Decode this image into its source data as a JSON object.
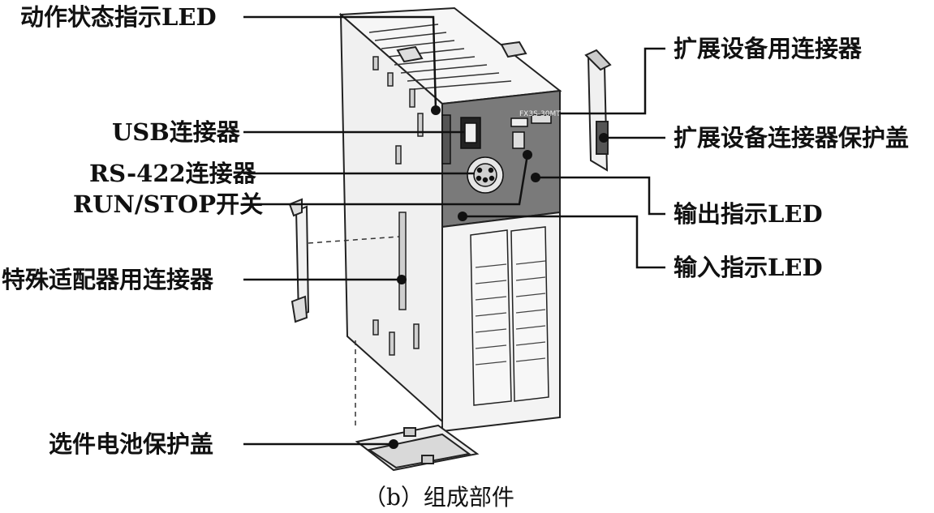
{
  "labels": {
    "action_led": "动作状态指示LED",
    "usb_connector": "USB连接器",
    "rs422_connector": "RS-422连接器",
    "run_stop_switch": "RUN/STOP开关",
    "special_adapter_connector": "特殊适配器用连接器",
    "battery_cover": "选件电池保护盖",
    "expansion_connector": "扩展设备用连接器",
    "expansion_connector_cover": "扩展设备连接器保护盖",
    "output_led": "输出指示LED",
    "input_led": "输入指示LED"
  },
  "caption": "（b）组成部件",
  "device_print": {
    "model": "FX3S-30MT"
  }
}
